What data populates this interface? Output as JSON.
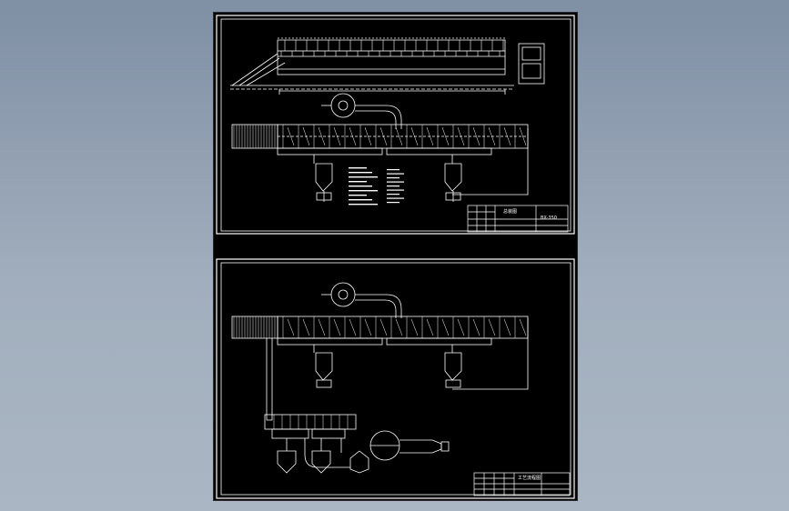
{
  "viewer": {
    "background": "#8f9db0",
    "sheet_background": "#000000",
    "line_color": "#ffffff"
  },
  "sheets": [
    {
      "title_block": {
        "name": "总装图",
        "drawing_no": "BX-350"
      }
    },
    {
      "title_block": {
        "name": "工艺流程图",
        "drawing_no": ""
      }
    }
  ]
}
